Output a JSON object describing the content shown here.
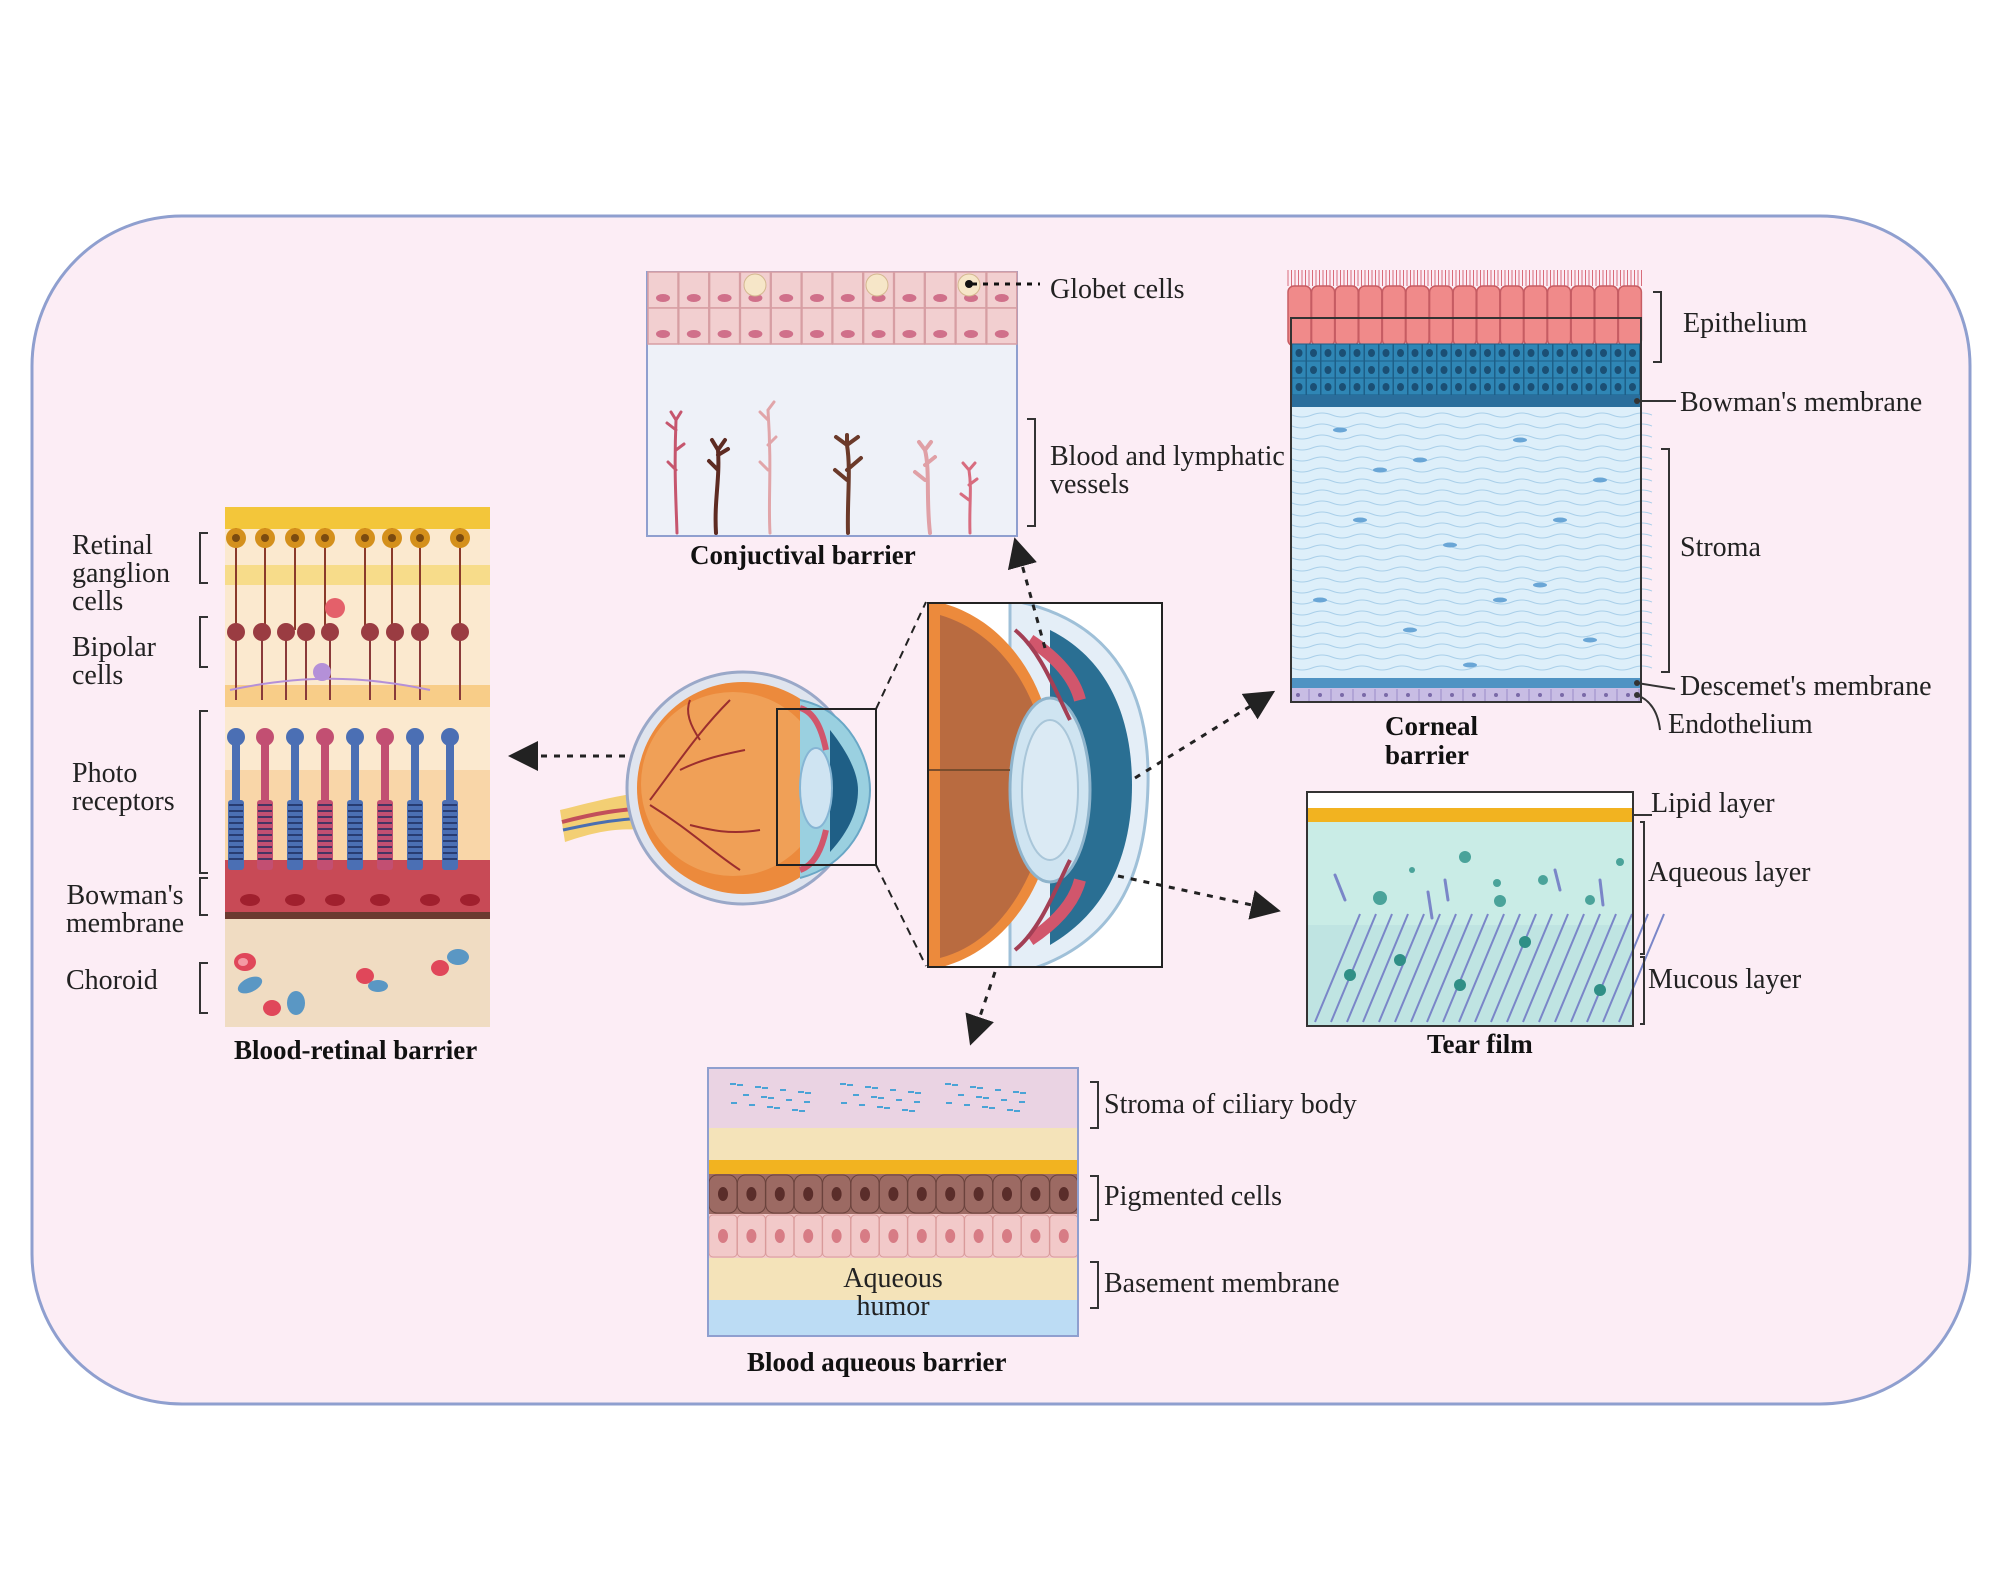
{
  "colors": {
    "background_panel": "#fcedf5",
    "panel_border": "#8f9fcf",
    "retina_yellow": "#f3c63a",
    "photoreceptor_blue": "#4b6fb4",
    "photoreceptor_pink": "#c24f72",
    "cornea_epithelium": "#f08a8a",
    "cornea_basal": "#2f86b5",
    "stroma_blue": "#d9edf8",
    "tear_lipid": "#f2b320",
    "tear_aqueous": "#c9ece6",
    "ciliary_stroma": "#ead3e3",
    "pigmented_cells": "#9c6a63",
    "aqueous_humor": "#bcdcf4",
    "eye_orange": "#ec8a3c"
  },
  "blood_retinal": {
    "title": "Blood-retinal barrier",
    "labels": {
      "ganglion": "Retinal ganglion cells",
      "bipolar": "Bipolar cells",
      "photoreceptors": "Photo receptors",
      "bowmans": "Bowman's membrane",
      "choroid": "Choroid"
    }
  },
  "conjunctival": {
    "title": "Conjuctival barrier",
    "labels": {
      "globet": "Globet cells",
      "vessels": "Blood and lymphatic vessels"
    }
  },
  "corneal": {
    "title": "Corneal barrier",
    "labels": {
      "epithelium": "Epithelium",
      "bowmans": "Bowman's membrane",
      "stroma": "Stroma",
      "descemets": "Descemet's membrane",
      "endothelium": "Endothelium"
    }
  },
  "tear_film": {
    "title": "Tear film",
    "labels": {
      "lipid": "Lipid layer",
      "aqueous": "Aqueous layer",
      "mucous": "Mucous layer"
    }
  },
  "blood_aqueous": {
    "title": "Blood aqueous barrier",
    "labels": {
      "stroma": "Stroma of ciliary body",
      "pigmented": "Pigmented cells",
      "basement": "Basement membrane",
      "humor": "Aqueous humor"
    }
  }
}
